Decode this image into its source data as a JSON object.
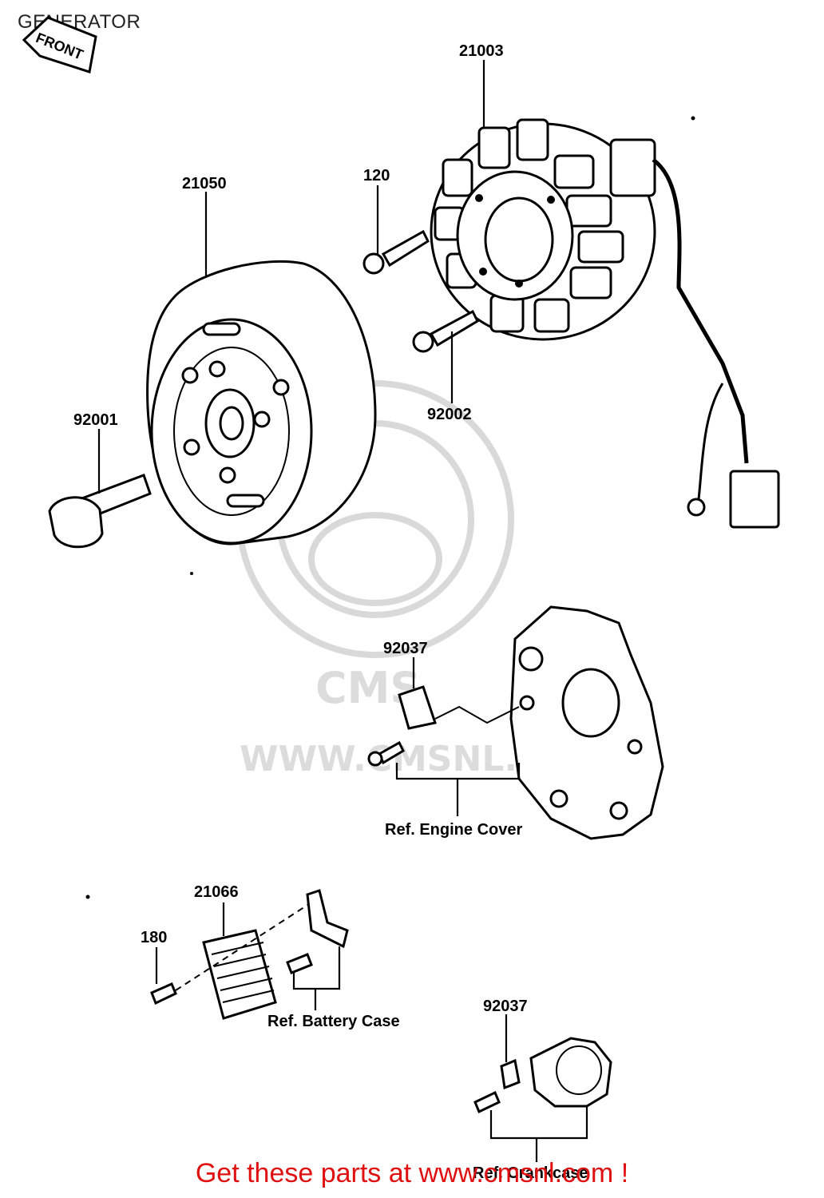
{
  "title": "GENERATOR",
  "front_label": "FRONT",
  "watermark": {
    "logo_text": "CMS",
    "url_text": "WWW.CMSNL.COM"
  },
  "parts": [
    {
      "id": "stator",
      "label": "21003"
    },
    {
      "id": "rotor",
      "label": "21050"
    },
    {
      "id": "stator-upper-bolt",
      "label": "120"
    },
    {
      "id": "stator-lower-bolt",
      "label": "92002"
    },
    {
      "id": "rotor-bolt",
      "label": "92001"
    },
    {
      "id": "cover-clamp",
      "label": "92037"
    },
    {
      "id": "regulator",
      "label": "21066"
    },
    {
      "id": "regulator-bolt",
      "label": "180"
    },
    {
      "id": "crankcase-clamp",
      "label": "92037"
    }
  ],
  "references": {
    "engine_cover": "Ref. Engine Cover",
    "battery_case": "Ref. Battery Case",
    "crankcase": "Ref. Crankcase"
  },
  "footer_link": "Get these parts at www.cmsnl.com !"
}
